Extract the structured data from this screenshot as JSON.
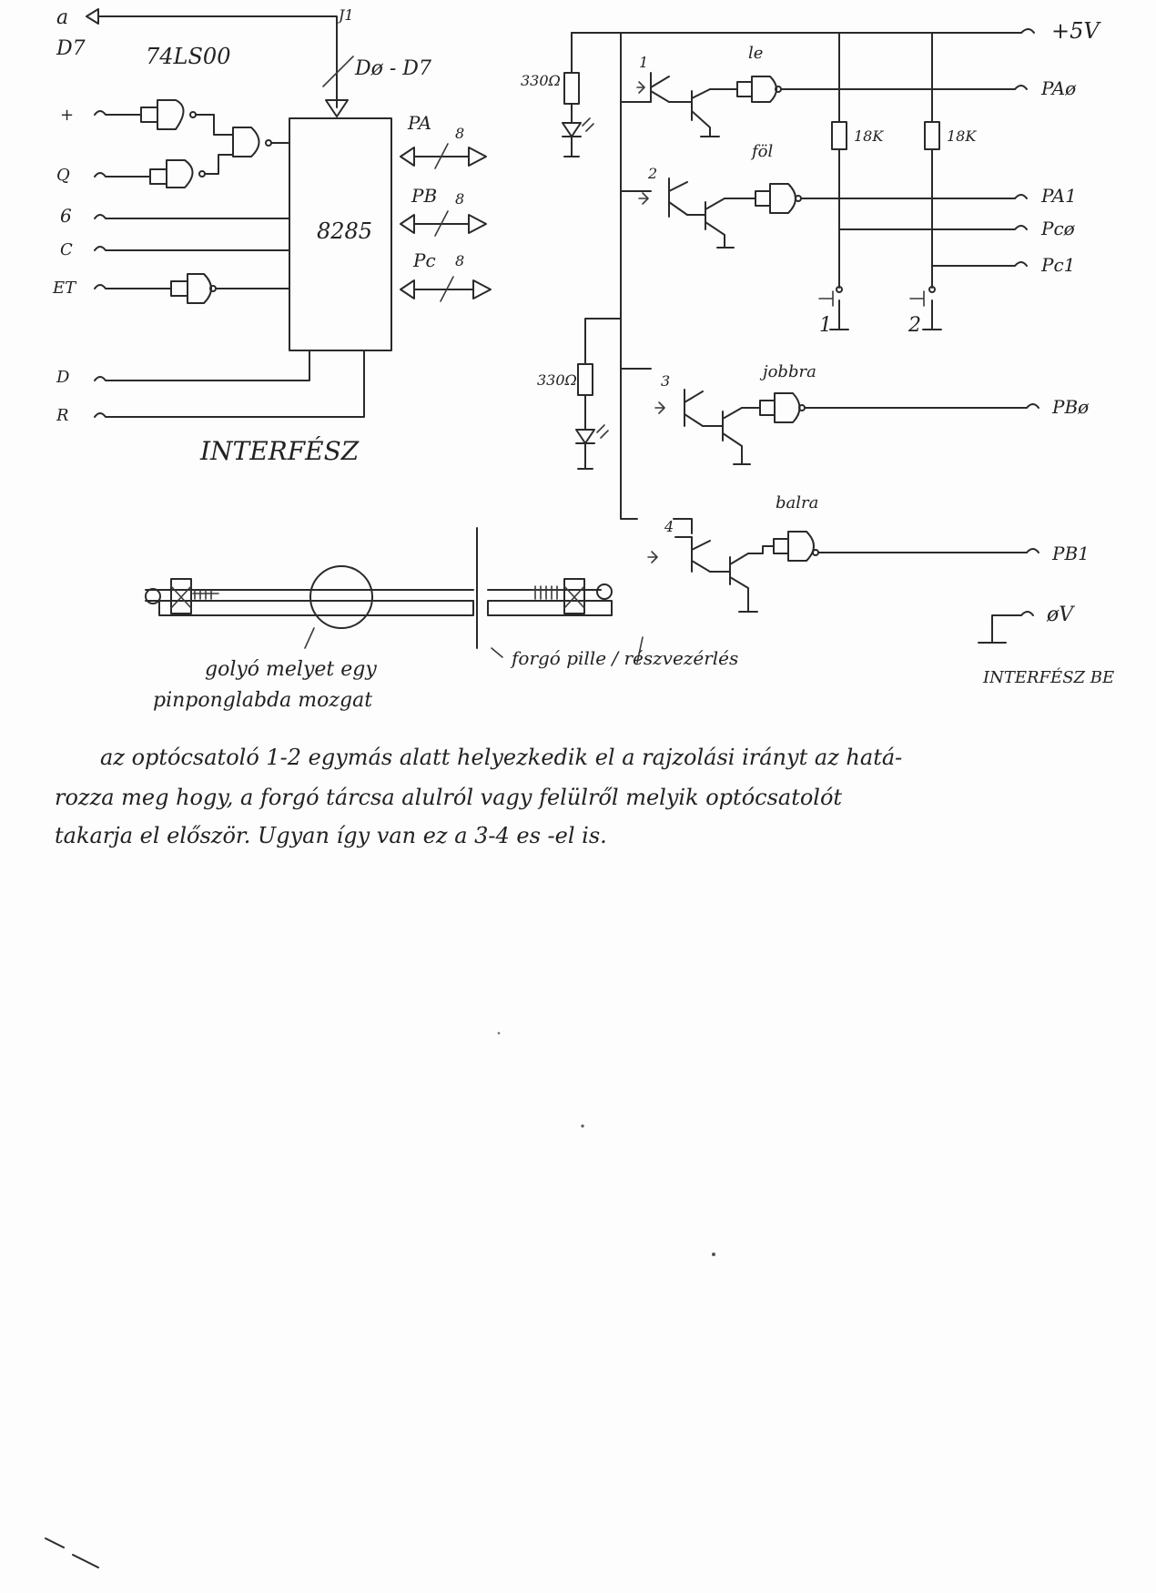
{
  "left_inputs": [
    "a",
    "D7",
    "+",
    "Q",
    "6",
    "C",
    "ET",
    "D",
    "R"
  ],
  "top_bus_label": "Dø - D7",
  "top_stub_label": "J1",
  "gate_ic_label": "74LS00",
  "chip_label": "8285",
  "port_a": {
    "label": "PA",
    "width": "8"
  },
  "port_b": {
    "label": "PB",
    "width": "8"
  },
  "port_c": {
    "label": "Pc",
    "width": "8"
  },
  "interface_title": "INTERFÉSZ",
  "supply_label": "+5V",
  "led_resistor_1": "330Ω",
  "led_resistor_2": "330Ω",
  "pullup_1": "18K",
  "pullup_2": "18K",
  "opto": [
    {
      "num": "1",
      "dir": "le",
      "signal": "PAø"
    },
    {
      "num": "2",
      "dir": "föl",
      "signal": "PA1"
    },
    {
      "num": "3",
      "dir": "jobbra",
      "signal": "PBø"
    },
    {
      "num": "4",
      "dir": "balra",
      "signal": "PB1"
    }
  ],
  "pc0_label": "Pcø",
  "pc1_label": "Pc1",
  "switch_1": "1",
  "switch_2": "2",
  "ground_label": "øV",
  "interface_in": "INTERFÉSZ BE",
  "caption_ball_1": "golyó melyet egy",
  "caption_ball_2": "pinponglabda mozgat",
  "caption_disc": "forgó pille / részvezérlés",
  "note_1": "az optócsatoló 1-2 egymás alatt helyezkedik el a rajzolási irányt az hatá-",
  "note_2": "rozza meg hogy, a forgó tárcsa alulról vagy felülről melyik optócsatolót",
  "note_3": "takarja el először. Ugyan így van ez a 3-4 es -el is."
}
